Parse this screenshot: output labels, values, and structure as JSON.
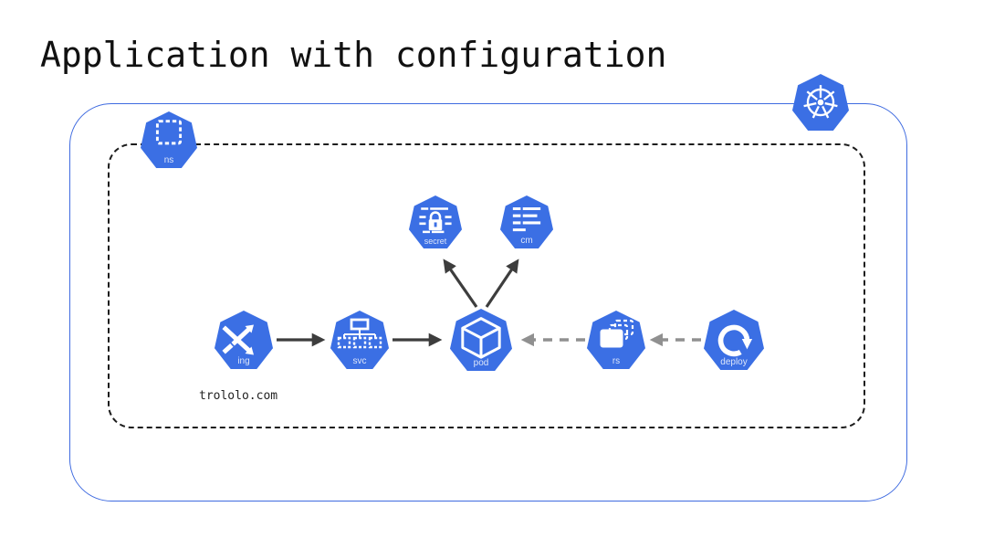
{
  "title": "Application with configuration",
  "diagram": {
    "host_label": "trololo.com",
    "cluster": {
      "logo_icon": "kubernetes-logo"
    },
    "nodes": {
      "ns": {
        "label": "ns",
        "icon": "namespace-icon"
      },
      "secret": {
        "label": "secret",
        "icon": "secret-icon"
      },
      "cm": {
        "label": "cm",
        "icon": "configmap-icon"
      },
      "ing": {
        "label": "ing",
        "icon": "ingress-icon"
      },
      "svc": {
        "label": "svc",
        "icon": "service-icon"
      },
      "pod": {
        "label": "pod",
        "icon": "pod-icon"
      },
      "rs": {
        "label": "rs",
        "icon": "replicaset-icon"
      },
      "deploy": {
        "label": "deploy",
        "icon": "deployment-icon"
      }
    },
    "edges": [
      {
        "from": "ing",
        "to": "svc",
        "style": "solid"
      },
      {
        "from": "svc",
        "to": "pod",
        "style": "solid"
      },
      {
        "from": "pod",
        "to": "secret",
        "style": "solid"
      },
      {
        "from": "pod",
        "to": "cm",
        "style": "solid"
      },
      {
        "from": "rs",
        "to": "pod",
        "style": "dashed"
      },
      {
        "from": "deploy",
        "to": "rs",
        "style": "dashed"
      }
    ],
    "colors": {
      "node_blue": "#3B6FE4",
      "cluster_border": "#3F6BE0",
      "namespace_border": "#1C1C1C",
      "solid_arrow": "#3D3D3D",
      "dashed_arrow": "#909090",
      "title_text": "#111111"
    }
  }
}
